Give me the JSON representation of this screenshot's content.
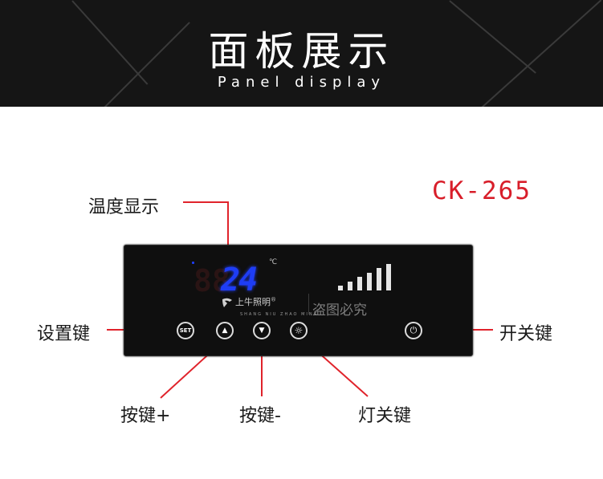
{
  "banner": {
    "title": "面板展示",
    "subtitle": "Panel display"
  },
  "model": "CK-265",
  "callouts": {
    "temperature_display": "温度显示",
    "set_key": "设置键",
    "power_key": "开关键",
    "up_key": "按键+",
    "down_key": "按键-",
    "light_key": "灯关键"
  },
  "panel": {
    "temperature": "24",
    "unit": "℃",
    "brand_name": "上牛照明",
    "brand_pinyin": "SHANG NIU ZHAO MING",
    "brand_mark": "®",
    "watermark": "盗图必究",
    "buttons": {
      "set": "SET",
      "up": "▲",
      "down": "▼",
      "light": "☼",
      "power": "⏻"
    },
    "level_bars": 6
  },
  "colors": {
    "banner_bg": "#151515",
    "accent_red": "#d81e2a",
    "display_blue": "#1e3df5",
    "panel_bg": "#0f0f0f"
  }
}
